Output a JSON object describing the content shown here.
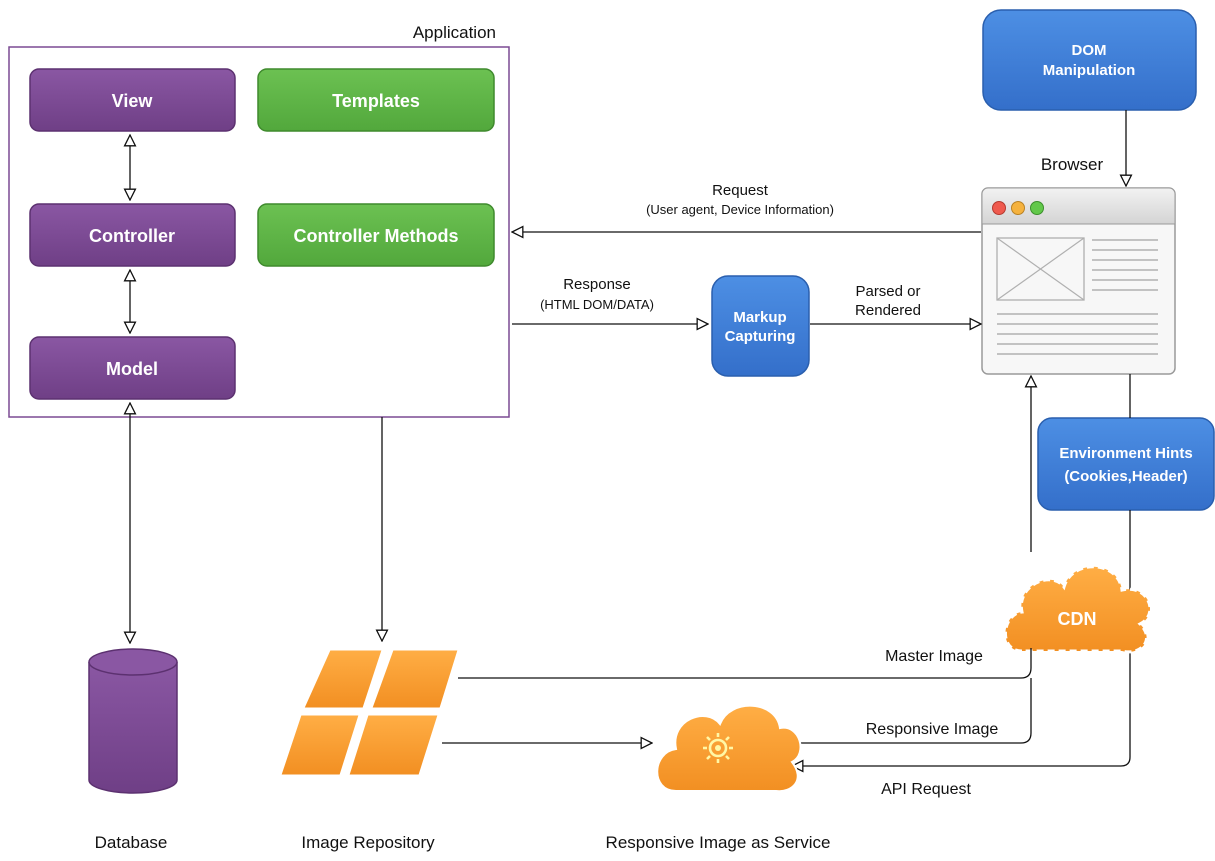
{
  "application": {
    "title": "Application",
    "view": "View",
    "controller": "Controller",
    "model": "Model",
    "templates": "Templates",
    "controller_methods": "Controller Methods"
  },
  "browser": {
    "title": "Browser",
    "dom_manipulation_line1": "DOM",
    "dom_manipulation_line2": "Manipulation"
  },
  "request": {
    "line1": "Request",
    "line2": "(User agent, Device Information)"
  },
  "response": {
    "line1": "Response",
    "line2": "(HTML DOM/DATA)"
  },
  "markup_capturing": {
    "line1": "Markup",
    "line2": "Capturing"
  },
  "parsed": {
    "line1": "Parsed or",
    "line2": "Rendered"
  },
  "environment_hints": {
    "line1": "Environment Hints",
    "line2": "(Cookies,Header)"
  },
  "cdn": "CDN",
  "master_image": "Master Image",
  "responsive_image": "Responsive Image",
  "api_request": "API Request",
  "captions": {
    "database": "Database",
    "image_repository": "Image Repository",
    "responsive_service": "Responsive Image as Service"
  },
  "colors": {
    "purple": "#7b4a93",
    "green": "#5fb547",
    "blue": "#3f7fd8",
    "orange": "#f99f34"
  }
}
